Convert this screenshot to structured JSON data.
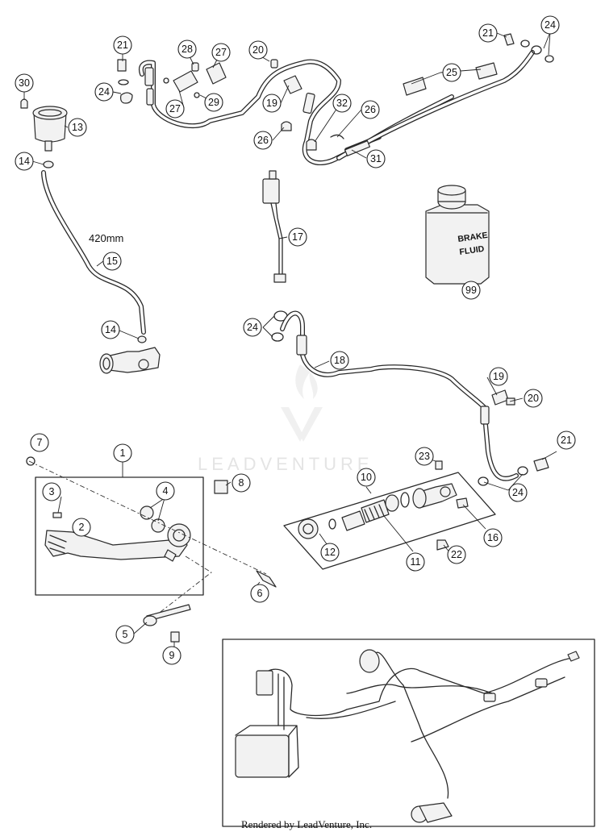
{
  "diagram": {
    "hose_length_label": "420mm",
    "brake_fluid_label_line1": "BRAKE",
    "brake_fluid_label_line2": "FLUID",
    "watermark": "LEADVENTURE",
    "footer": "Rendered by LeadVenture, Inc.",
    "callouts": {
      "c21a": "21",
      "c28": "28",
      "c27a": "27",
      "c20a": "20",
      "c21b": "21",
      "c24a": "24",
      "c30": "30",
      "c24b": "24",
      "c27b": "27",
      "c29": "29",
      "c25": "25",
      "c19a": "19",
      "c32": "32",
      "c26a": "26",
      "c13": "13",
      "c26b": "26",
      "c14a": "14",
      "c31": "31",
      "c17": "17",
      "c15": "15",
      "c99": "99",
      "c24c": "24",
      "c14b": "14",
      "c18": "18",
      "c19b": "19",
      "c20b": "20",
      "c7": "7",
      "c1": "1",
      "c21c": "21",
      "c23": "23",
      "c10": "10",
      "c8": "8",
      "c24d": "24",
      "c3": "3",
      "c4": "4",
      "c2": "2",
      "c16": "16",
      "c12": "12",
      "c22": "22",
      "c11": "11",
      "c6": "6",
      "c5": "5",
      "c9": "9"
    }
  }
}
